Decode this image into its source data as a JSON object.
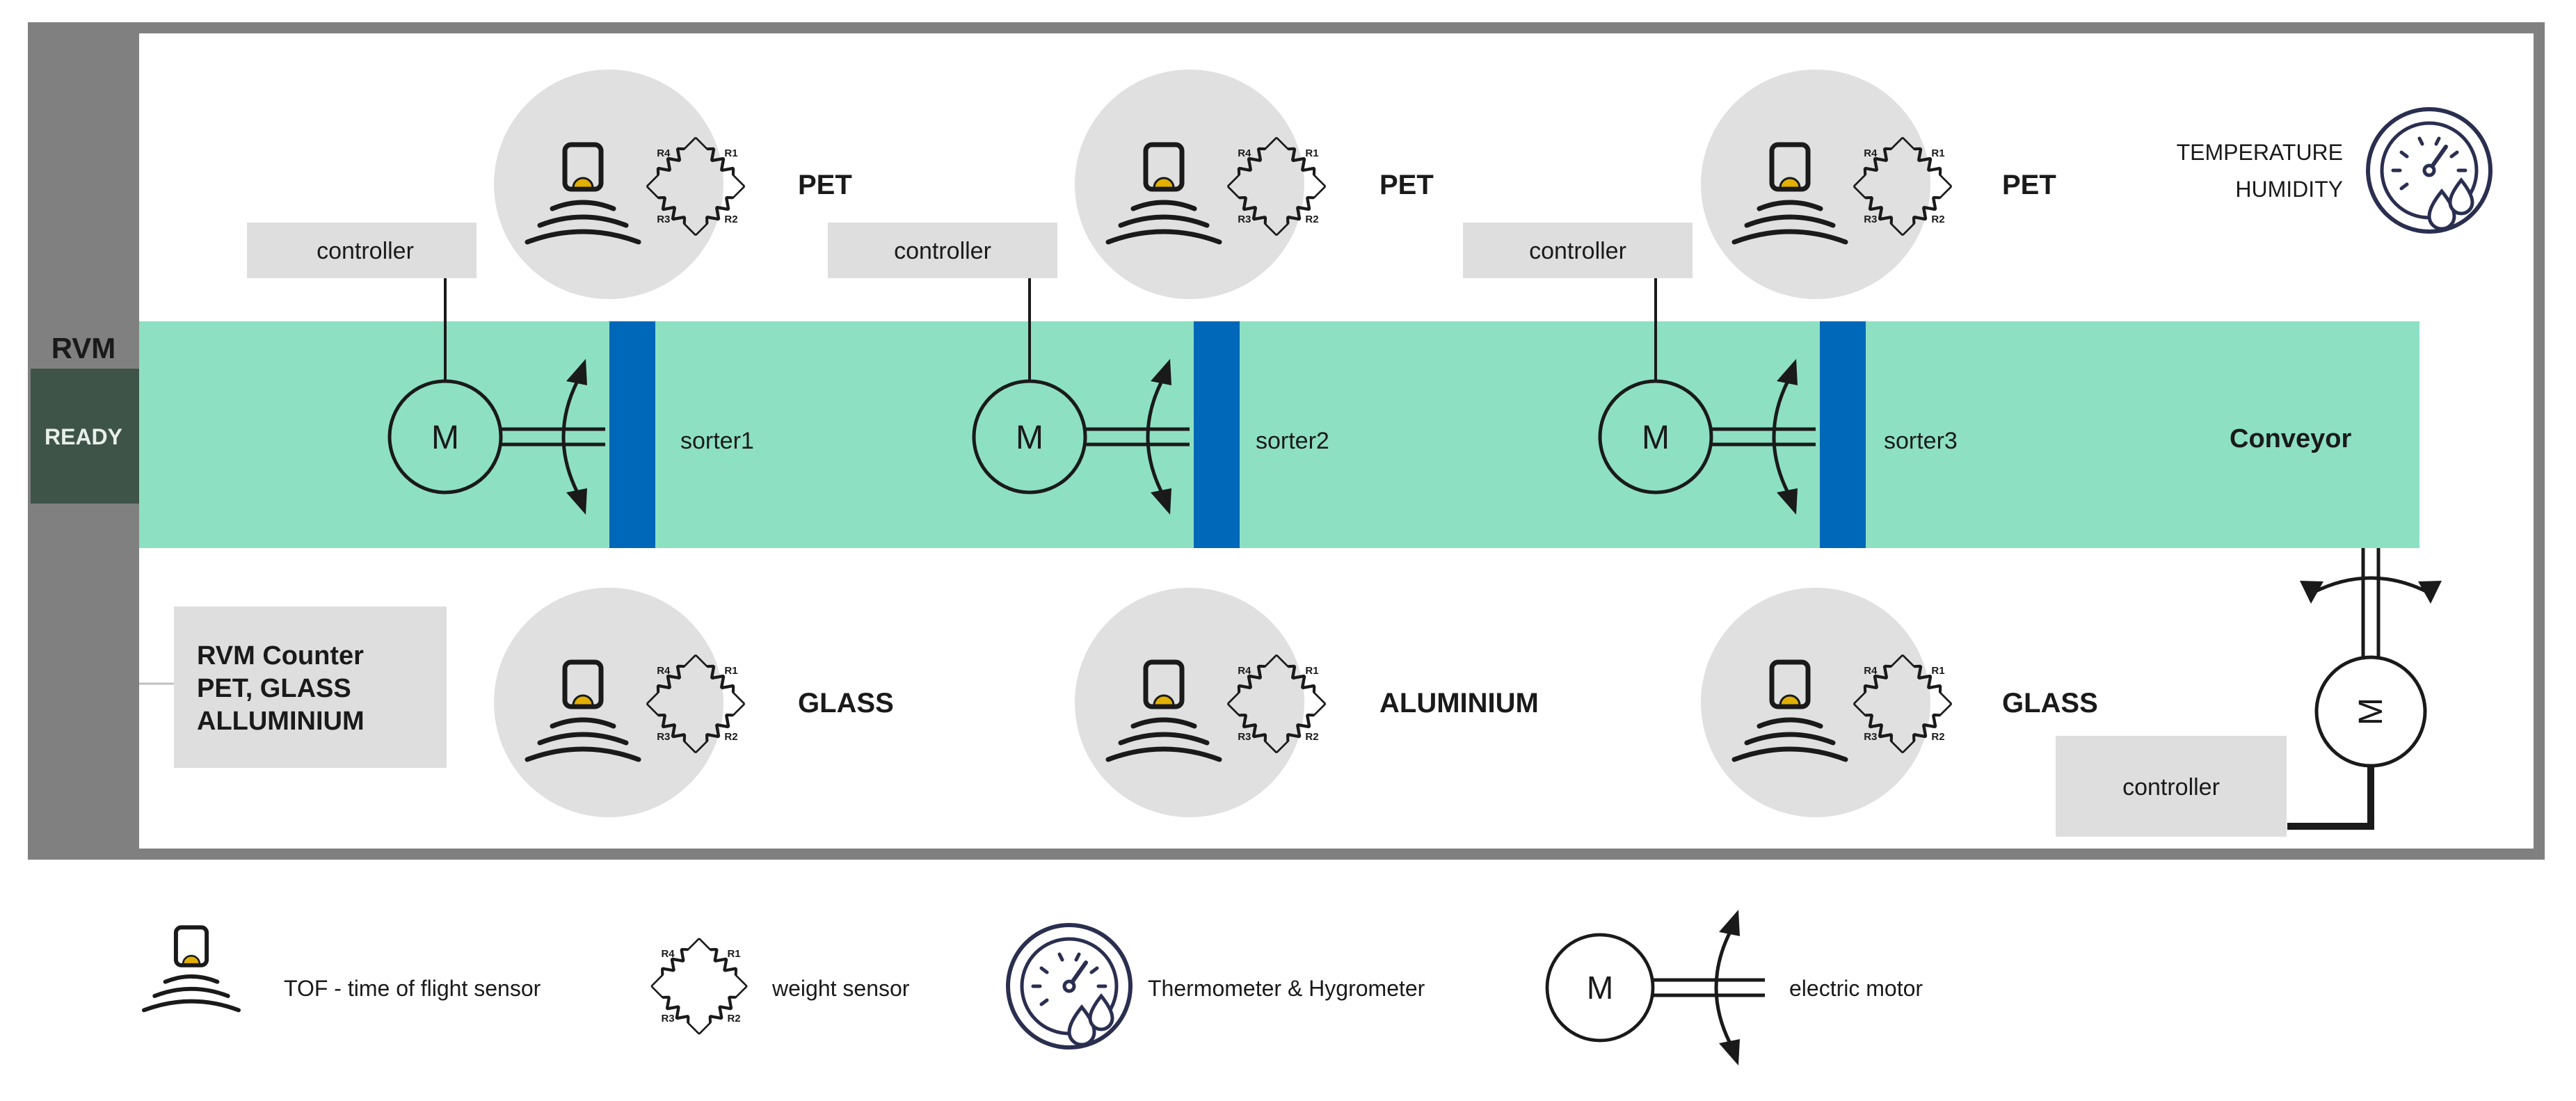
{
  "rvm": {
    "label": "RVM",
    "status": "READY"
  },
  "counter": {
    "lines": [
      "RVM Counter",
      "PET, GLASS",
      "ALLUMINIUM"
    ]
  },
  "conveyor": {
    "label": "Conveyor"
  },
  "controller_label": "controller",
  "motor_letter": "M",
  "sorters": [
    {
      "label": "sorter1"
    },
    {
      "label": "sorter2"
    },
    {
      "label": "sorter3"
    }
  ],
  "top_stations": [
    {
      "material": "PET"
    },
    {
      "material": "PET"
    },
    {
      "material": "PET"
    }
  ],
  "bottom_stations": [
    {
      "material": "GLASS"
    },
    {
      "material": "ALUMINIUM"
    },
    {
      "material": "GLASS"
    }
  ],
  "environment": {
    "line1": "TEMPERATURE",
    "line2": "HUMIDITY"
  },
  "resistor_labels": [
    "R4",
    "R1",
    "R3",
    "R2"
  ],
  "legend": {
    "tof": "TOF - time of flight sensor",
    "weight": "weight sensor",
    "thermo": "Thermometer & Hygrometer",
    "motor": "electric motor"
  },
  "colors": {
    "frame": "#808080",
    "conveyor": "#8ee0c3",
    "sorter": "#0068b8",
    "ready_bg": "#3e5448",
    "box": "#dedede",
    "circle": "#e0e0e0",
    "tof_dot": "#e2b000",
    "ink": "#1a1a1a",
    "gauge_ink": "#2a2f50"
  },
  "icons": {
    "tof": "tof-sensor-icon",
    "weight": "weight-sensor-icon",
    "gauge": "thermo-hygrometer-icon",
    "motor": "motor-icon"
  }
}
